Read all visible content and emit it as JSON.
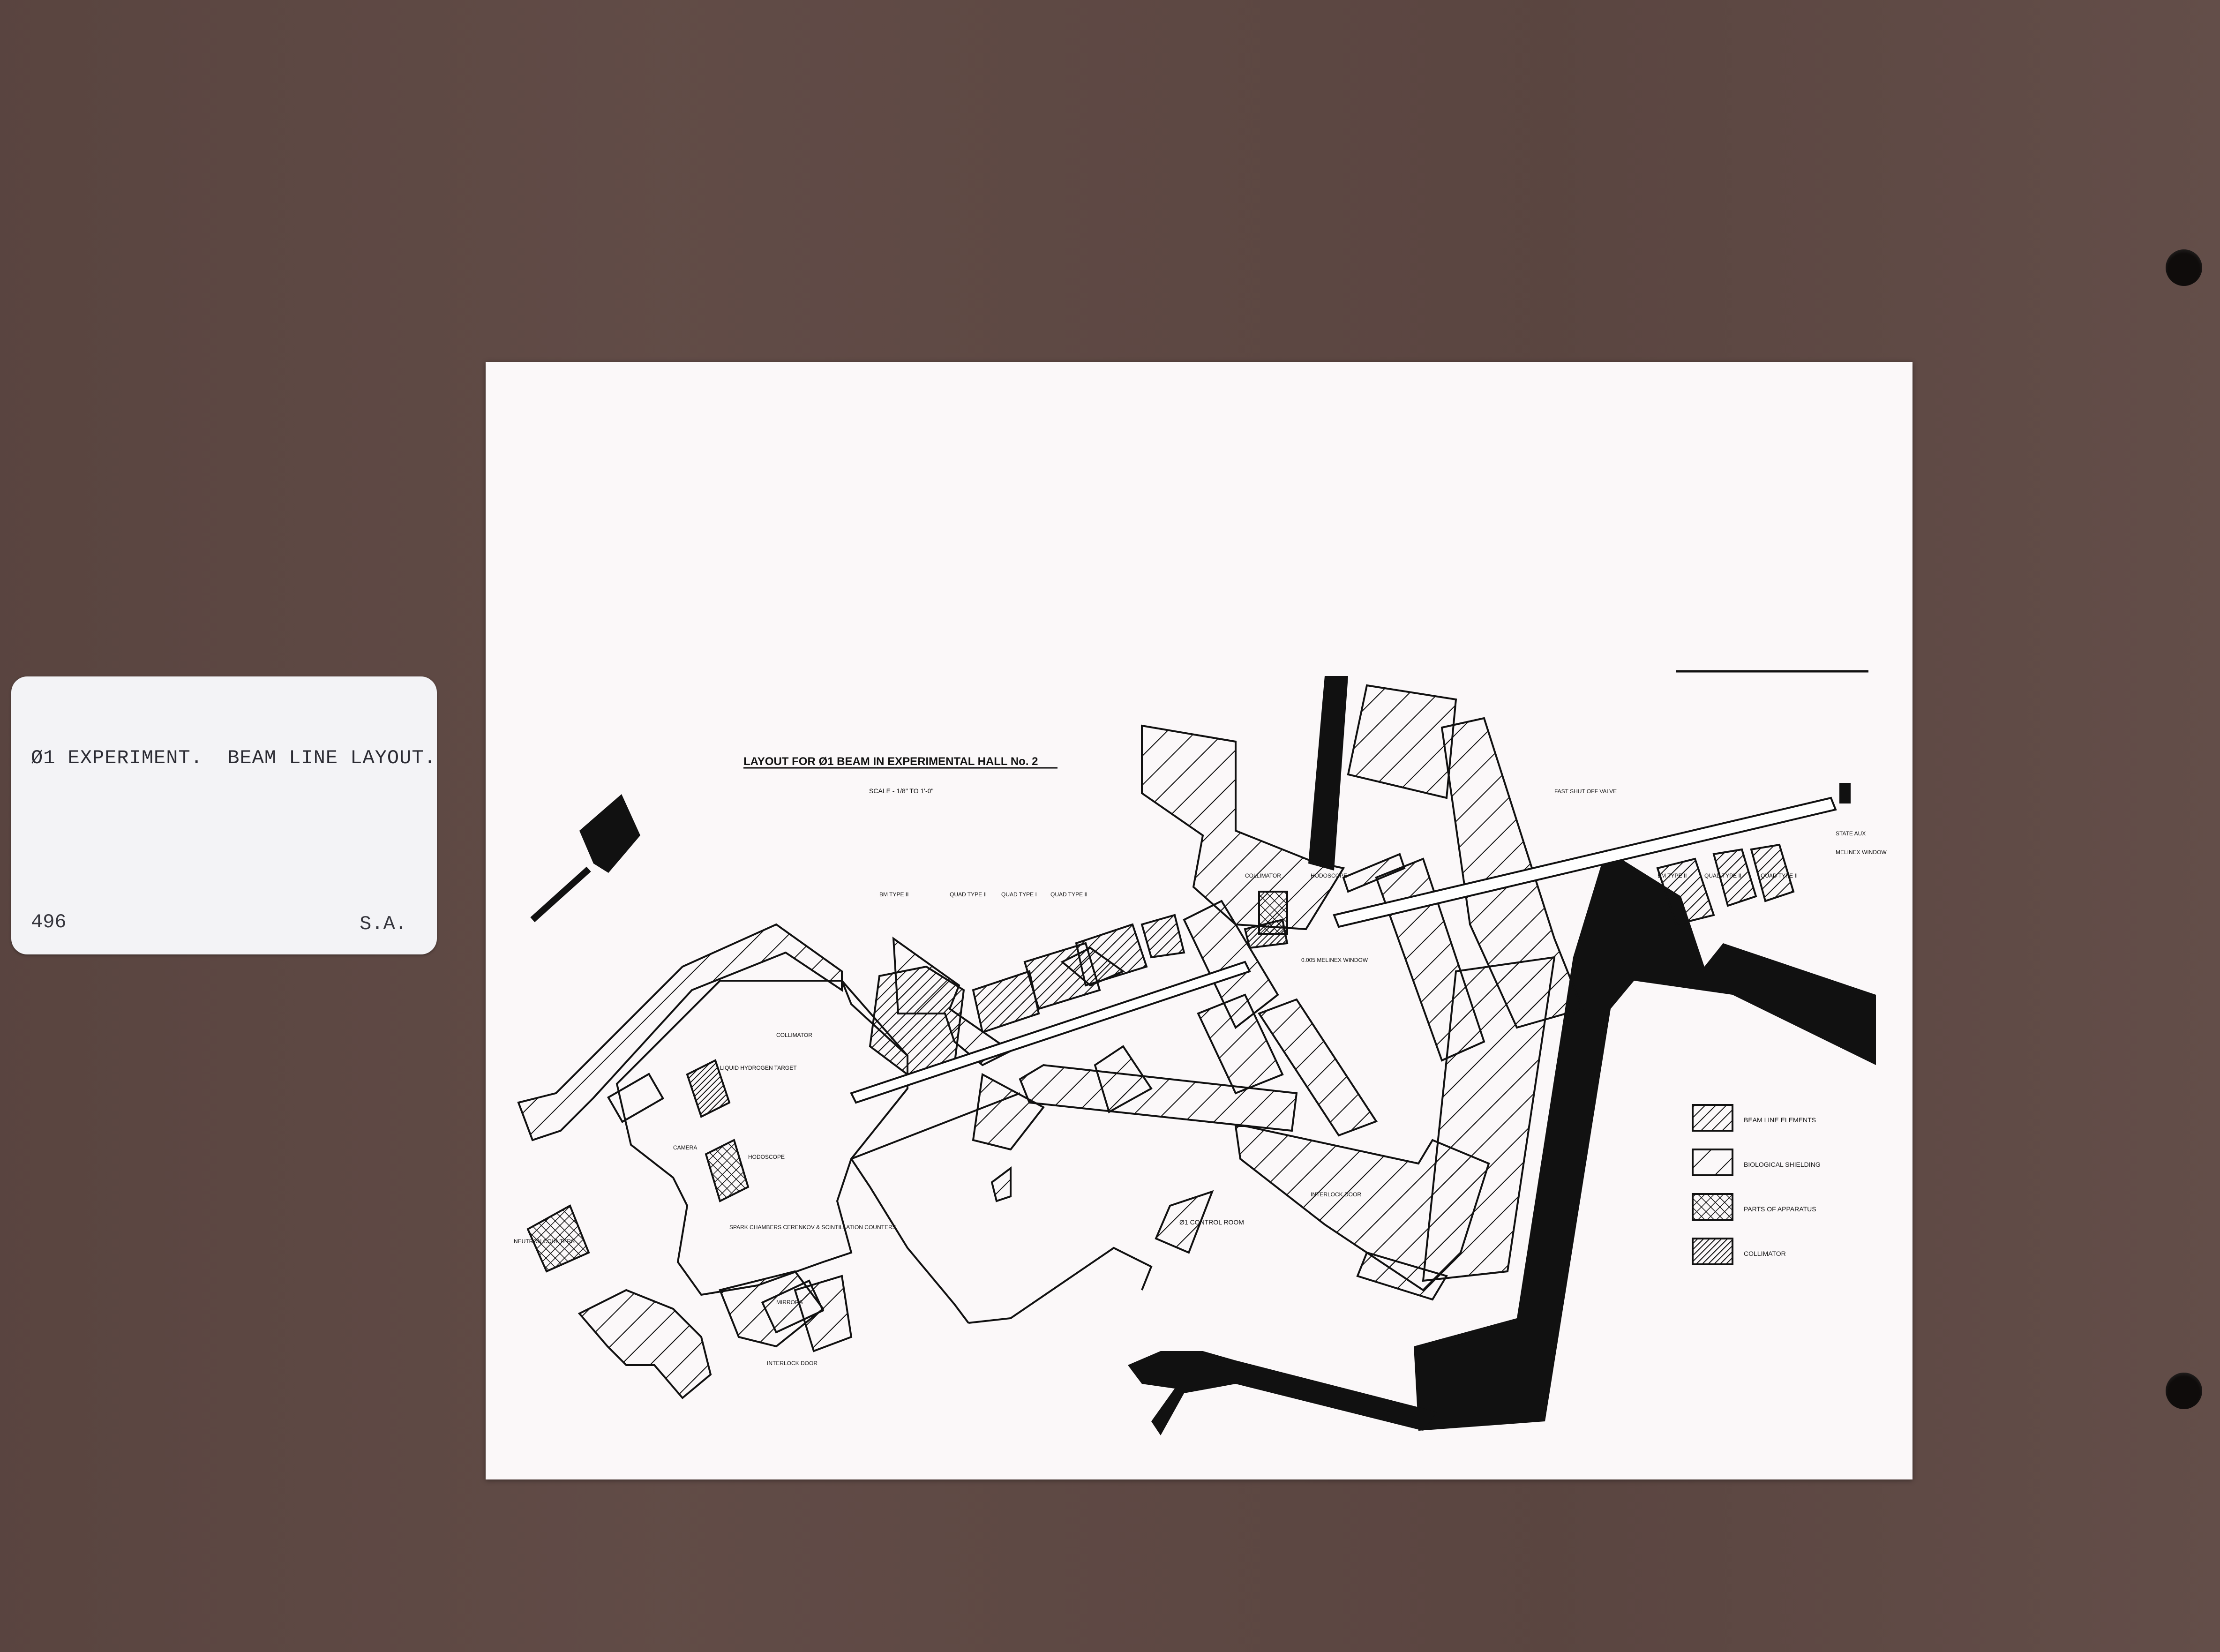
{
  "card": {
    "title": "Ø1 EXPERIMENT.  BEAM LINE LAYOUT.",
    "number": "496",
    "initials": "S.A."
  },
  "drawing": {
    "title": "LAYOUT FOR Ø1 BEAM IN EXPERIMENTAL HALL No. 2",
    "scale": "SCALE - 1/8\" TO 1'-0\"",
    "labels": {
      "bm_type_2_left": "BM TYPE II",
      "quad_type_2a": "QUAD TYPE II",
      "quad_type_1": "QUAD TYPE I",
      "quad_type_2b": "QUAD TYPE II",
      "collimator_mid": "COLLIMATOR",
      "hodoscope_mid": "HODOSCOPE",
      "window": "0.005 MELINEX WINDOW",
      "fast_shut_off": "FAST SHUT OFF VALVE",
      "melinex_window": "MELINEX WINDOW",
      "bm_type_2_right": "BM TYPE II",
      "quad_type_2_right": "QUAD TYPE II",
      "quad_type_2_right_b": "QUAD TYPE II",
      "state_aux": "STATE AUX",
      "collimator_left": "COLLIMATOR",
      "liquid_hydrogen": "LIQUID HYDROGEN TARGET",
      "camera": "CAMERA",
      "hodoscope_left": "HODOSCOPE",
      "spark_chambers": "SPARK CHAMBERS CERENKOV & SCINTILLATION COUNTERS",
      "neutron_counters": "NEUTRON COUNTERS",
      "mirrors": "MIRRORS",
      "interlock_door_left": "INTERLOCK DOOR",
      "interlock_door_right": "INTERLOCK DOOR",
      "control_room": "Ø1 CONTROL ROOM"
    },
    "legend": [
      {
        "key": "beam",
        "label": "BEAM LINE ELEMENTS"
      },
      {
        "key": "bio",
        "label": "BIOLOGICAL SHIELDING"
      },
      {
        "key": "apparatus",
        "label": "PARTS OF APPARATUS"
      },
      {
        "key": "collimator",
        "label": "COLLIMATOR"
      }
    ]
  }
}
